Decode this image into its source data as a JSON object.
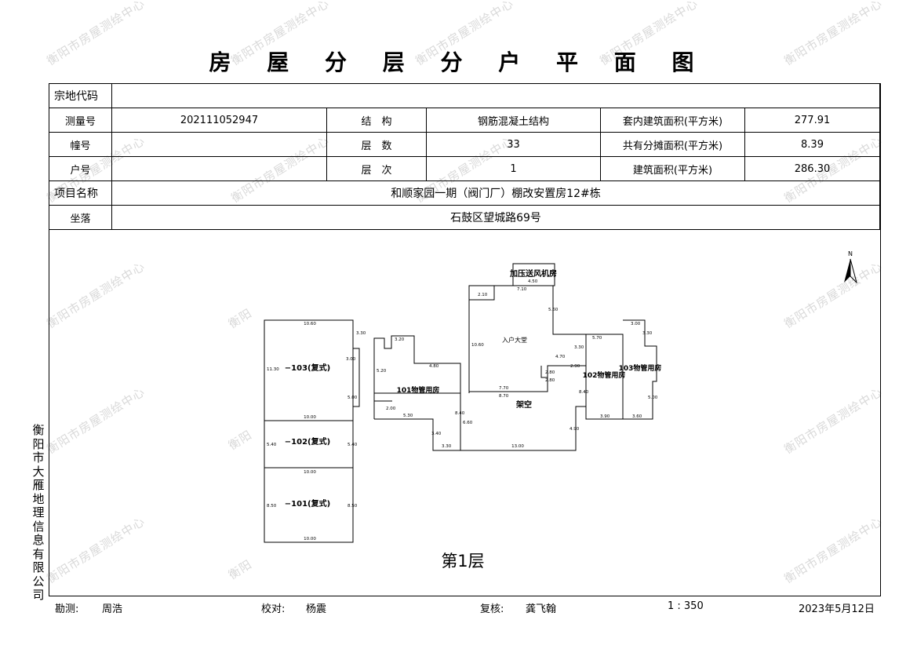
{
  "title": "房 屋 分 层 分 户 平 面 图",
  "watermark": "衡阳市房屋测绘中心",
  "watermark_short": "衡阳",
  "company": "衡阳市大雁地理信息有限公司",
  "table": {
    "land_code_label": "宗地代码",
    "land_code": "",
    "survey_no_label": "测量号",
    "survey_no": "202111052947",
    "structure_label": "结　构",
    "structure": "钢筋混凝土结构",
    "inner_area_label": "套内建筑面积(平方米)",
    "inner_area": "277.91",
    "building_label": "幢号",
    "building": "",
    "floors_label": "层　数",
    "floors": "33",
    "shared_area_label": "共有分摊面积(平方米)",
    "shared_area": "8.39",
    "unit_label": "户号",
    "unit": "",
    "floor_label": "层　次",
    "floor": "1",
    "build_area_label": "建筑面积(平方米)",
    "build_area": "286.30",
    "project_label": "项目名称",
    "project": "和顺家园一期（阀门厂）棚改安置房12#栋",
    "location_label": "坐落",
    "location": "石鼓区望城路69号"
  },
  "plan": {
    "floor_caption": "第1层",
    "north": "N",
    "labels": {
      "fan_room": "加压送风机房",
      "lobby": "入户大堂",
      "mgmt_101": "101物管用房",
      "mgmt_102": "102物管用房",
      "mgmt_103": "103物管用房",
      "overhead": "架空",
      "dup_103": "−103(复式)",
      "dup_102": "−102(复式)",
      "dup_101": "−101(复式)"
    },
    "dims": [
      "10.60",
      "3.30",
      "3.00",
      "11.30",
      "5.00",
      "10.00",
      "5.40",
      "5.40",
      "10.00",
      "8.50",
      "8.50",
      "10.00",
      "3.20",
      "4.80",
      "5.20",
      "8.40",
      "5.30",
      "2.00",
      "3.40",
      "3.30",
      "6.60",
      "13.00",
      "8.70",
      "7.70",
      "4.90",
      "4.50",
      "2.10",
      "7.10",
      "5.60",
      "10.60",
      "4.70",
      "2.80",
      "2.80",
      "2.90",
      "3.30",
      "5.70",
      "8.40",
      "3.90",
      "3.00",
      "3.30",
      "5.00",
      "3.60"
    ]
  },
  "footer": {
    "survey_label": "勘测:",
    "survey_name": "周浩",
    "check_label": "校对:",
    "check_name": "杨震",
    "review_label": "复核:",
    "review_name": "龚飞翰",
    "scale": "1 : 350",
    "date": "2023年5月12日"
  }
}
